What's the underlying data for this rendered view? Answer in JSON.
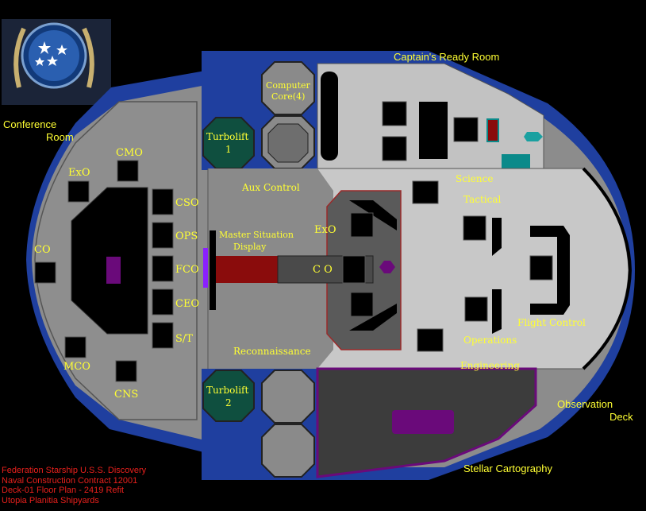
{
  "labels": {
    "conference_room_line1": "Conference",
    "conference_room_line2": "Room",
    "captains_ready_room": "Captain's Ready Room",
    "computer_core_line1": "Computer",
    "computer_core_line2": "Core(4)",
    "turbolift1_line1": "Turbolift",
    "turbolift1_line2": "1",
    "turbolift2_line1": "Turbolift",
    "turbolift2_line2": "2",
    "aux_control": "Aux Control",
    "master_situation_display_line1": "Master Situation",
    "master_situation_display_line2": "Display",
    "reconnaissance": "Reconnaissance",
    "exo_bridge": "ExO",
    "co_bridge": "C O",
    "science": "Science",
    "tactical": "Tactical",
    "flight_control": "Flight Control",
    "operations": "Operations",
    "engineering": "Engineering",
    "observation_deck_line1": "Observation",
    "observation_deck_line2": "Deck",
    "stellar_cartography": "Stellar Cartography",
    "cmo": "CMO",
    "exo_conf": "ExO",
    "co_conf": "CO",
    "cso": "CSO",
    "ops": "OPS",
    "fco": "FCO",
    "ceo": "CEO",
    "st": "S/T",
    "mco": "MCO",
    "cns": "CNS"
  },
  "footer": {
    "line1": "Federation Starship U.S.S. Discovery",
    "line2": "Naval Construction Contract 12001",
    "line3": "Deck-01 Floor Plan - 2419 Refit",
    "line4": "Utopia Planitia Shipyards"
  },
  "colors": {
    "label_yellow": "#ffff33",
    "footer_red": "#e8201c",
    "hull_blue": "#1f3f9f",
    "floor_gray": "#8c8c8c",
    "light_gray": "#c8c8c8",
    "dark_gray": "#4a4a4a",
    "console_purple": "#6a0a7a",
    "display_red": "#8a0c0c",
    "turbolift_green": "#0f4f3f"
  }
}
